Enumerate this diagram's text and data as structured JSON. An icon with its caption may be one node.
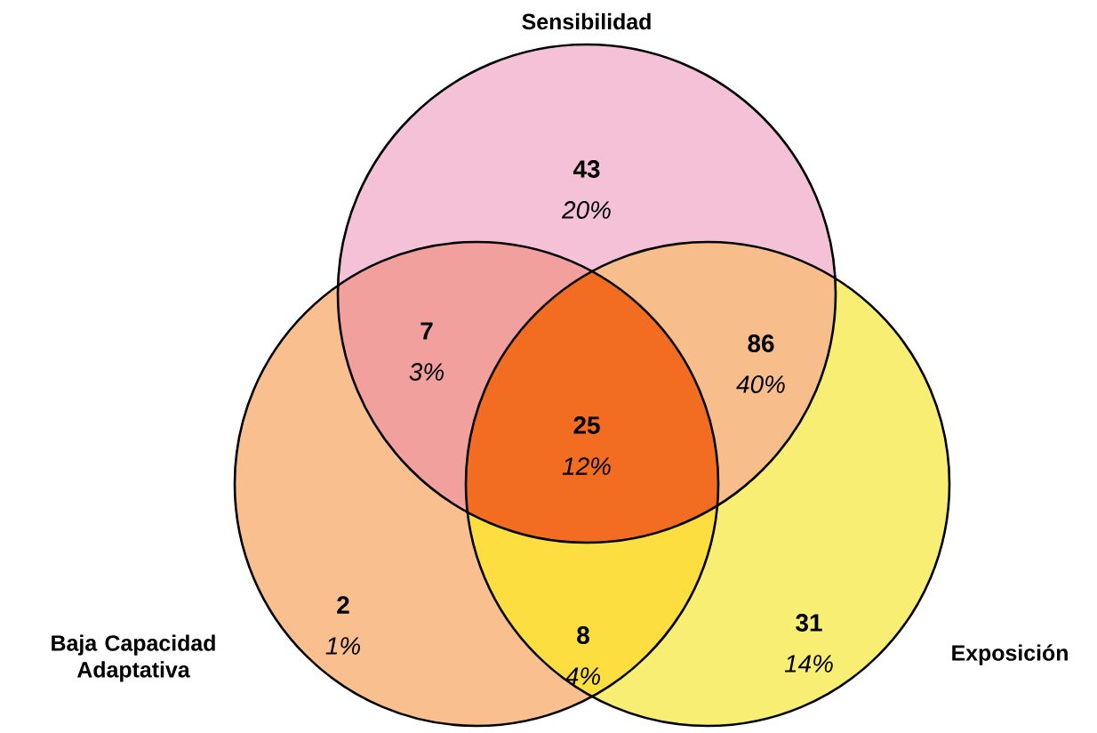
{
  "diagram": {
    "nodes": [
      {
        "text": [
          "Sensibilidad"
        ]
      },
      {
        "text": [
          "Baja Capacidad Adaptativa"
        ]
      },
      {
        "text": [
          "Exposición"
        ]
      }
    ],
    "labels": [
      "43",
      "20%",
      "7",
      "3%",
      "86",
      "40%",
      "25",
      "12%",
      "2",
      "1%",
      "31",
      "14%",
      "8",
      "4%"
    ]
  }
}
